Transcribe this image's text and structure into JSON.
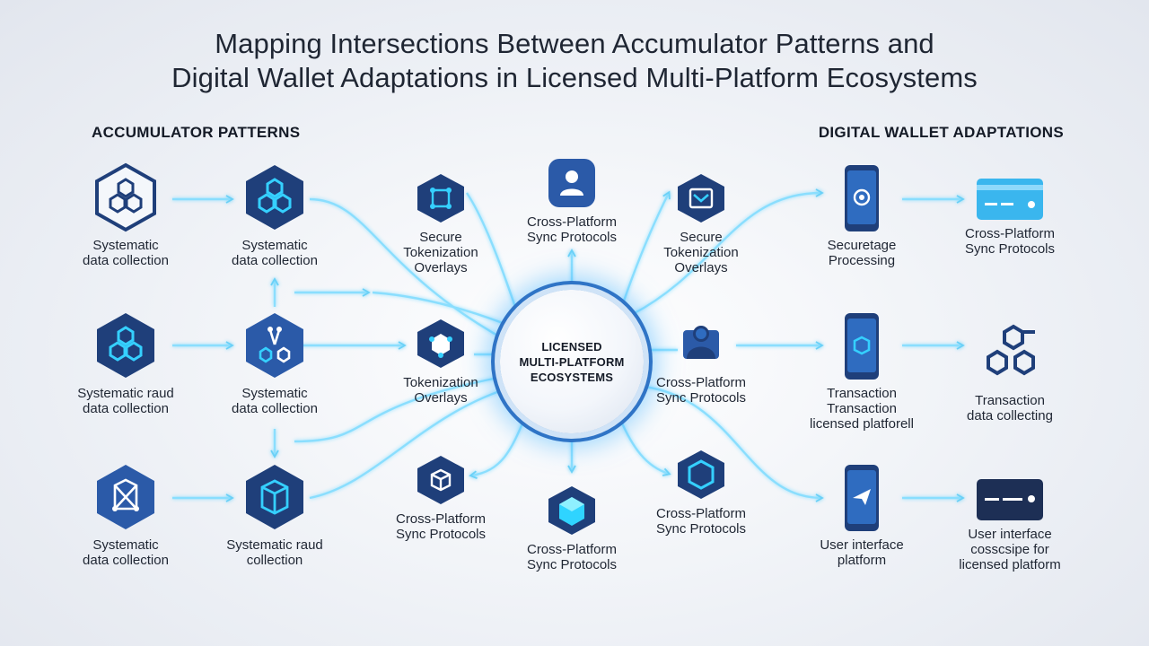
{
  "title_line1": "Mapping Intersections Between Accumulator Patterns and",
  "title_line2": "Digital Wallet Adaptations in Licensed Multi-Platform Ecosystems",
  "sections": {
    "left": "ACCUMULATOR PATTERNS",
    "right": "DIGITAL WALLET ADAPTATIONS"
  },
  "hub": {
    "label": "LICENSED\nMULTI-PLATFORM\nECOSYSTEMS"
  },
  "accumulator": [
    {
      "label": "Systematic\ndata collection",
      "icon": "hexagon-cluster-icon"
    },
    {
      "label": "Systematic\ndata collection",
      "icon": "hexagon-ring-icon"
    },
    {
      "label": "Systematic raud\ndata collection",
      "icon": "hexagon-cluster-icon"
    },
    {
      "label": "Systematic\ndata collection",
      "icon": "node-graph-icon"
    },
    {
      "label": "Systematic\ndata collection",
      "icon": "box-frame-icon"
    },
    {
      "label": "Systematic raud\ncollection",
      "icon": "cube-frame-icon"
    }
  ],
  "middle": [
    {
      "label": "Secure\nTokenization\nOverlays",
      "icon": "cube-network-icon"
    },
    {
      "label": "Cross-Platform\nSync Protocols",
      "icon": "user-icon"
    },
    {
      "label": "Secure\nTokenization\nOverlays",
      "icon": "chevron-box-icon"
    },
    {
      "label": "Tokenization\nOverlays",
      "icon": "cube-nodes-icon"
    },
    {
      "label": "Cross-Platform\nSync Protocols",
      "icon": "user-cluster-icon"
    },
    {
      "label": "Cross-Platform\nSync Protocols",
      "icon": "cube-icon"
    },
    {
      "label": "Cross-Platform\nSync Protocols",
      "icon": "glowing-cube-icon"
    },
    {
      "label": "Cross-Platform\nSync Protocols",
      "icon": "hexagon-outline-icon"
    }
  ],
  "wallet": [
    {
      "label": "Securetage\nProcessing",
      "icon": "phone-gear-icon"
    },
    {
      "label": "Cross-Platform\nSync Protocols",
      "icon": "card-icon"
    },
    {
      "label": "Transaction\nTransaction\nlicensed platforell",
      "icon": "phone-hexagon-icon"
    },
    {
      "label": "Transaction\ndata collecting",
      "icon": "hexagon-link-icon"
    },
    {
      "label": "User interface\nplatform",
      "icon": "phone-send-icon"
    },
    {
      "label": "User interface\ncosscsipe for\nlicensed platform",
      "icon": "dark-card-icon"
    }
  ],
  "colors": {
    "navy": "#1f3f7a",
    "blue": "#2f6cc0",
    "cyan": "#2fd4ff",
    "link": "#6fd5ff",
    "text": "#1f2633"
  }
}
